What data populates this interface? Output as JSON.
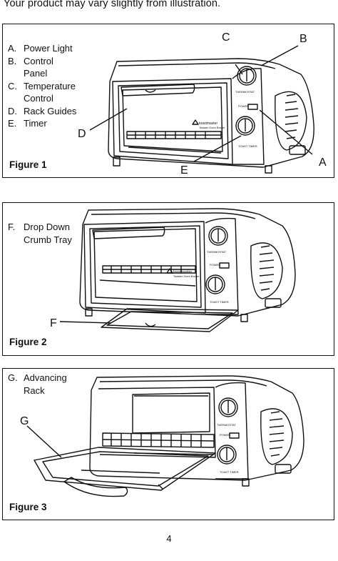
{
  "header": "Your product may vary slightly from illustration.",
  "figure1": {
    "legend": [
      {
        "key": "A.",
        "text": "Power Light"
      },
      {
        "key": "B.",
        "text": "Control Panel"
      },
      {
        "key": "C.",
        "text": "Temperature Control"
      },
      {
        "key": "D.",
        "text": "Rack Guides"
      },
      {
        "key": "E.",
        "text": "Timer"
      }
    ],
    "callouts": {
      "A": "A",
      "B": "B",
      "C": "C",
      "D": "D",
      "E": "E"
    },
    "label": "Figure 1"
  },
  "figure2": {
    "legend": [
      {
        "key": "F.",
        "text": "Drop Down Crumb Tray"
      }
    ],
    "callouts": {
      "F": "F"
    },
    "label": "Figure 2"
  },
  "figure3": {
    "legend": [
      {
        "key": "G.",
        "text": "Advancing Rack"
      }
    ],
    "callouts": {
      "G": "G"
    },
    "label": "Figure 3"
  },
  "oven_labels": {
    "brand": "toastmaster",
    "model": "Toaster Oven Broiler",
    "thermostat": "THERMOSTAT",
    "power": "POWER",
    "timer": "TOAST TIMER"
  },
  "icons": [
    "oven-illustration",
    "crumb-tray-illustration",
    "advancing-rack-illustration",
    "arrow-line"
  ],
  "page_number": "4"
}
